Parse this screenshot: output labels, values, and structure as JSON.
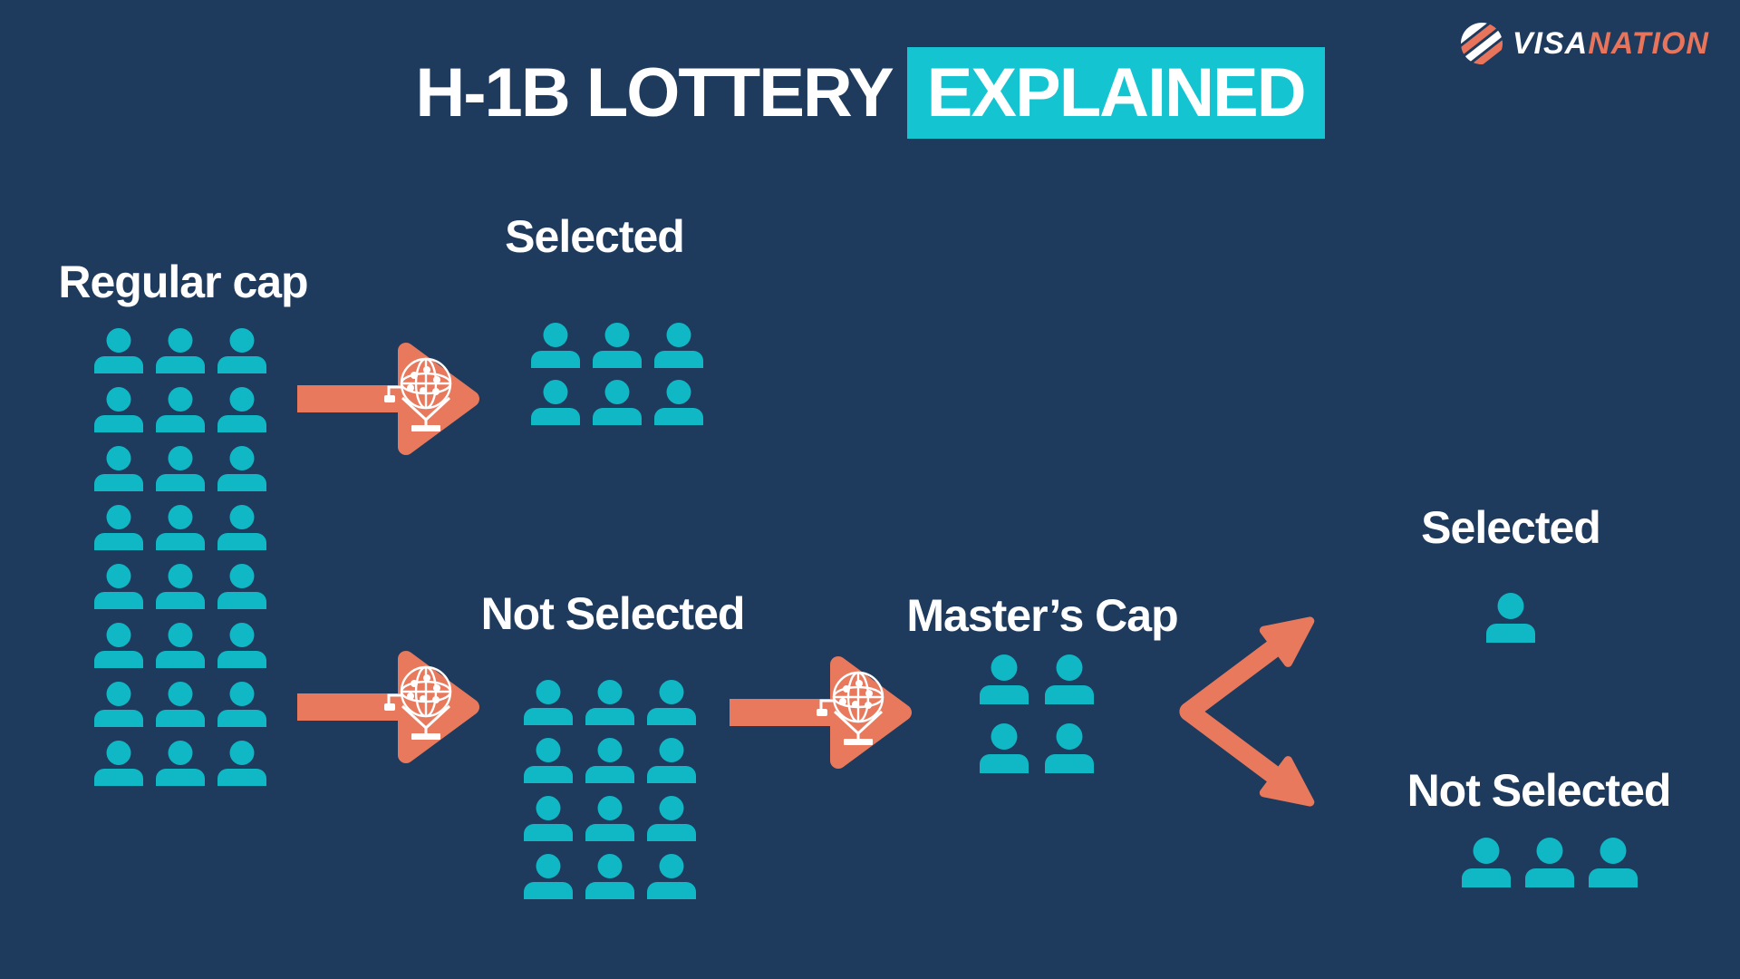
{
  "page": {
    "background": "#1E3A5C"
  },
  "header": {
    "title": "H-1B LOTTERY",
    "title_highlight": "EXPLAINED"
  },
  "logo": {
    "icon": "globe-swirl-icon",
    "name_primary": "VISA",
    "name_secondary": "NATION"
  },
  "colors": {
    "background": "#1E3A5C",
    "person": "#10B7C5",
    "highlight": "#14C4D0",
    "arrow": "#E8795C",
    "text": "#FFFFFF",
    "logo_accent": "#E8745B"
  },
  "flow": {
    "regular_cap": {
      "label": "Regular cap",
      "rows": 8,
      "cols": 3,
      "count": 24
    },
    "selected_round_1": {
      "label": "Selected",
      "rows": 2,
      "cols": 3,
      "count": 6
    },
    "not_selected_round_1": {
      "label": "Not Selected",
      "rows": 4,
      "cols": 3,
      "count": 12
    },
    "masters_cap": {
      "label": "Master’s Cap",
      "rows": 2,
      "cols": 2,
      "count": 4
    },
    "selected_round_2": {
      "label": "Selected",
      "rows": 1,
      "cols": 1,
      "count": 1
    },
    "not_selected_round_2": {
      "label": "Not Selected",
      "rows": 1,
      "cols": 3,
      "count": 3
    },
    "connections": [
      {
        "from": "Regular cap",
        "to": "Selected",
        "icon": "lottery-machine-icon"
      },
      {
        "from": "Regular cap",
        "to": "Not Selected",
        "icon": "lottery-machine-icon"
      },
      {
        "from": "Not Selected",
        "to": "Master’s Cap",
        "icon": "lottery-machine-icon"
      },
      {
        "from": "Master’s Cap",
        "to": "Selected",
        "icon": "branch-arrow"
      },
      {
        "from": "Master’s Cap",
        "to": "Not Selected",
        "icon": "branch-arrow"
      }
    ]
  }
}
